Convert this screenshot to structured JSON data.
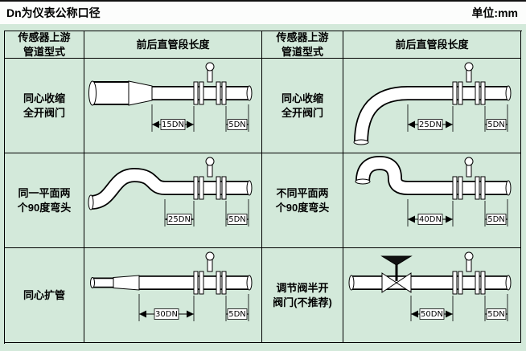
{
  "colors": {
    "background": "#d3e9da",
    "topbar": "#fcfdfc",
    "line": "#000000",
    "pipe_fill": "#ffffff"
  },
  "header": {
    "diameter_note": "Dn为仪表公称口径",
    "unit_note": "单位:mm"
  },
  "table": {
    "column_headers": {
      "pipe_type": "传感器上游\n管道型式",
      "straight_length": "前后直管段长度"
    },
    "rows": [
      {
        "left": {
          "label": "同心收缩\n全开阀门",
          "diagram": "concentric-reducer",
          "upstream": "15DN",
          "downstream": "5DN"
        },
        "right": {
          "label": "同心收缩\n全开阀门",
          "diagram": "single-90-degree-elbow",
          "upstream": "25DN",
          "downstream": "5DN"
        }
      },
      {
        "left": {
          "label": "同一平面两\n个90度弯头",
          "diagram": "two-90-elbows-same-plane",
          "upstream": "25DN",
          "downstream": "5DN"
        },
        "right": {
          "label": "不同平面两\n个90度弯头",
          "diagram": "two-90-elbows-different-planes",
          "upstream": "40DN",
          "downstream": "5DN"
        }
      },
      {
        "left": {
          "label": "同心扩管",
          "diagram": "concentric-expander",
          "upstream": "30DN",
          "downstream": "5DN"
        },
        "right": {
          "label": "调节阀半开\n阀门(不推荐)",
          "diagram": "half-open-control-valve",
          "upstream": "50DN",
          "downstream": "5DN"
        }
      }
    ]
  }
}
